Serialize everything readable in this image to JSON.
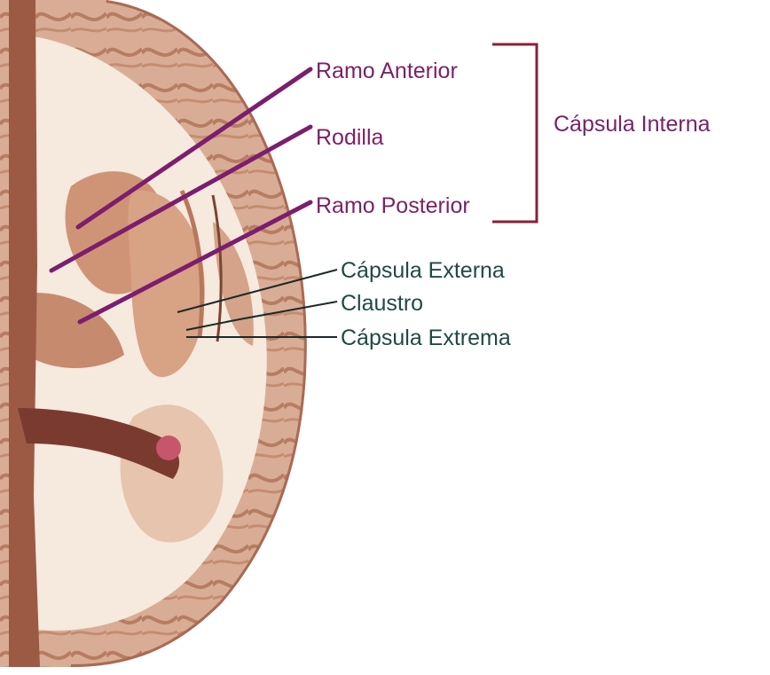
{
  "labels": {
    "ramo_anterior": "Ramo Anterior",
    "rodilla": "Rodilla",
    "ramo_posterior": "Ramo Posterior",
    "capsula_interna": "Cápsula Interna",
    "capsula_externa": "Cápsula Externa",
    "claustro": "Claustro",
    "capsula_extrema": "Cápsula Extrema"
  },
  "colors": {
    "internal_capsule_label": "#7a2268",
    "internal_capsule_leader": "#7b1e6e",
    "bracket": "#8a1f3a",
    "external_label": "#1f4a44",
    "external_leader": "#1a2a28",
    "cortex": "#c99a80",
    "white_matter": "#f6e9de"
  }
}
